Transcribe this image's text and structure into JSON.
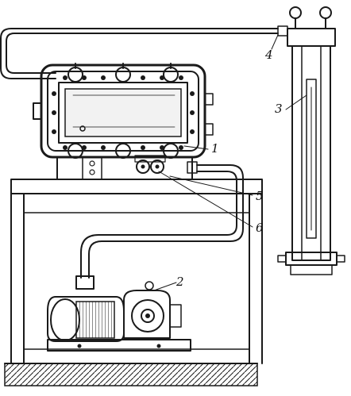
{
  "figure": {
    "labels": {
      "l1": "1",
      "l2": "2",
      "l3": "3",
      "l4": "4",
      "l5": "5",
      "l6": "6"
    }
  },
  "colors": {
    "ink": "#1a1a1a",
    "paper": "#ffffff"
  }
}
